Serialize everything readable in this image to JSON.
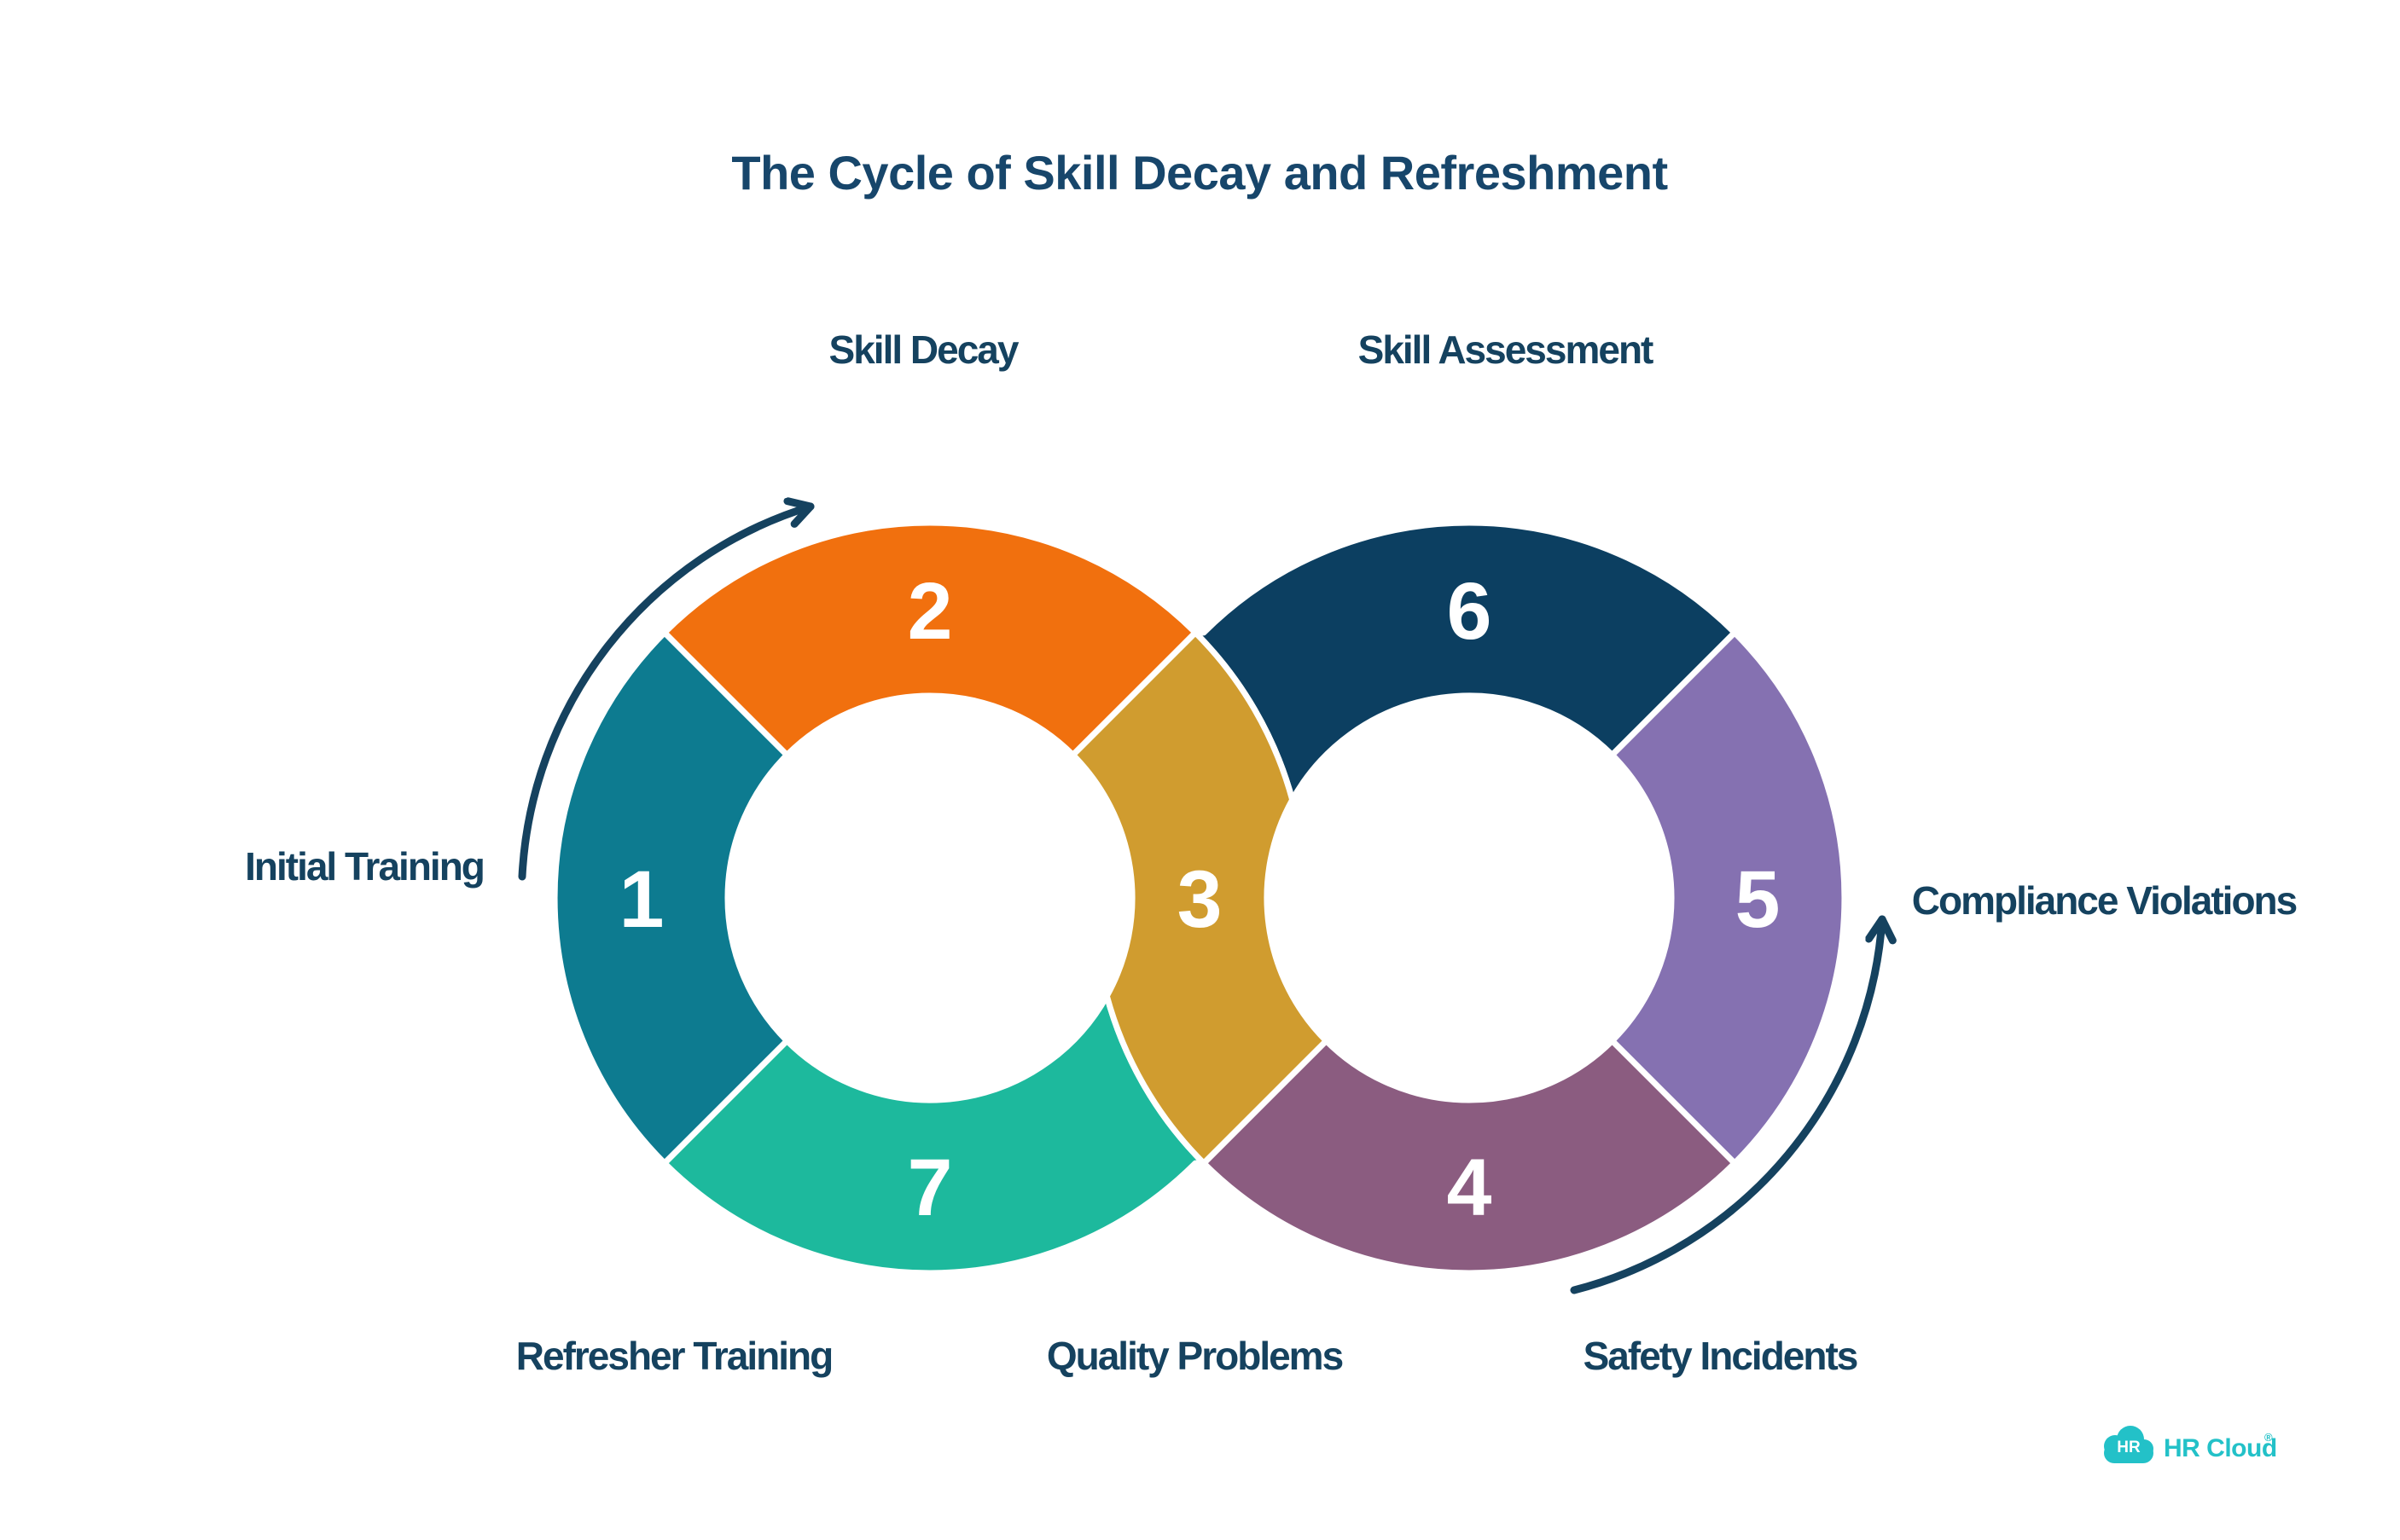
{
  "title": "The Cycle of Skill Decay and Refreshment",
  "diagram": {
    "type": "infinity-loop-cycle",
    "background": "#FFFFFF",
    "text_color": "#15425F",
    "arrow_color": "#15425F",
    "number_color": "#FFFFFF",
    "separator_color": "#FFFFFF",
    "steps": [
      {
        "number": "1",
        "label": "Initial Training",
        "color": "#0D7B90"
      },
      {
        "number": "2",
        "label": "Skill Decay",
        "color": "#F1700E"
      },
      {
        "number": "3",
        "label": "Quality Problems",
        "color": "#D09C2F"
      },
      {
        "number": "4",
        "label": "Safety Incidents",
        "color": "#8B5C80"
      },
      {
        "number": "5",
        "label": "Compliance Violations",
        "color": "#8571B1"
      },
      {
        "number": "6",
        "label": "Skill Assessment",
        "color": "#0C3F61"
      },
      {
        "number": "7",
        "label": "Refresher Training",
        "color": "#1DB99D"
      }
    ]
  },
  "logo": {
    "badge": "HR",
    "wordmark": "HR Cloud",
    "reg_mark": "®",
    "color": "#23C1C8"
  }
}
